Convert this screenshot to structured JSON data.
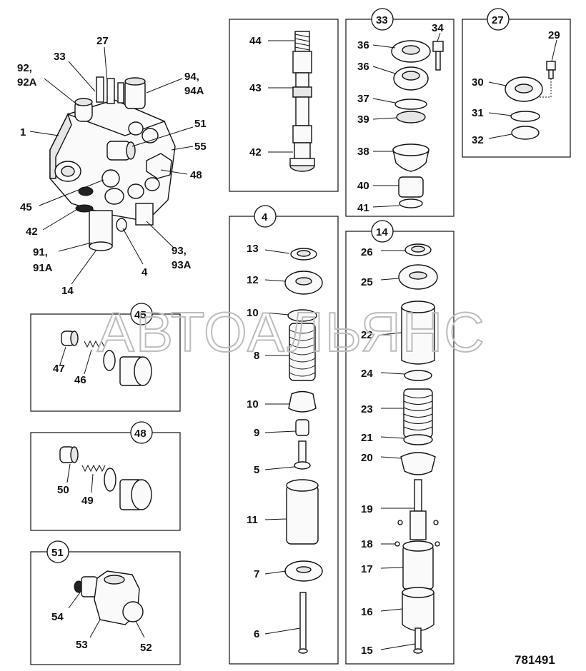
{
  "watermark": "АВТОАЛЬЯНС",
  "drawing_number": "781491",
  "group_headers": {
    "g33": "33",
    "g27": "27",
    "g4": "4",
    "g14": "14",
    "g45": "45",
    "g48": "48",
    "g51": "51"
  },
  "callouts": {
    "c1": "1",
    "c27": "27",
    "c33": "33",
    "c92": "92,",
    "c92a": "92A",
    "c94": "94,",
    "c94a": "94A",
    "c51": "51",
    "c55": "55",
    "c48": "48",
    "c45": "45",
    "c42": "42",
    "c91": "91,",
    "c91a": "91A",
    "c4": "4",
    "c93": "93,",
    "c93a": "93A",
    "c14": "14",
    "s44": "44",
    "s43": "43",
    "s42": "42",
    "s36a": "36",
    "s36b": "36",
    "s34": "34",
    "s37": "37",
    "s39": "39",
    "s38": "38",
    "s40": "40",
    "s41": "41",
    "s29": "29",
    "s30": "30",
    "s31": "31",
    "s32": "32",
    "s13": "13",
    "s12": "12",
    "s10a": "10",
    "s8": "8",
    "s10b": "10",
    "s9": "9",
    "s5": "5",
    "s11": "11",
    "s7": "7",
    "s6": "6",
    "s26": "26",
    "s25": "25",
    "s22": "22",
    "s24": "24",
    "s23": "23",
    "s21": "21",
    "s20": "20",
    "s19": "19",
    "s18": "18",
    "s17": "17",
    "s16": "16",
    "s15": "15",
    "s47": "47",
    "s46": "46",
    "s50": "50",
    "s49": "49",
    "s54": "54",
    "s53": "53",
    "s52": "52"
  }
}
